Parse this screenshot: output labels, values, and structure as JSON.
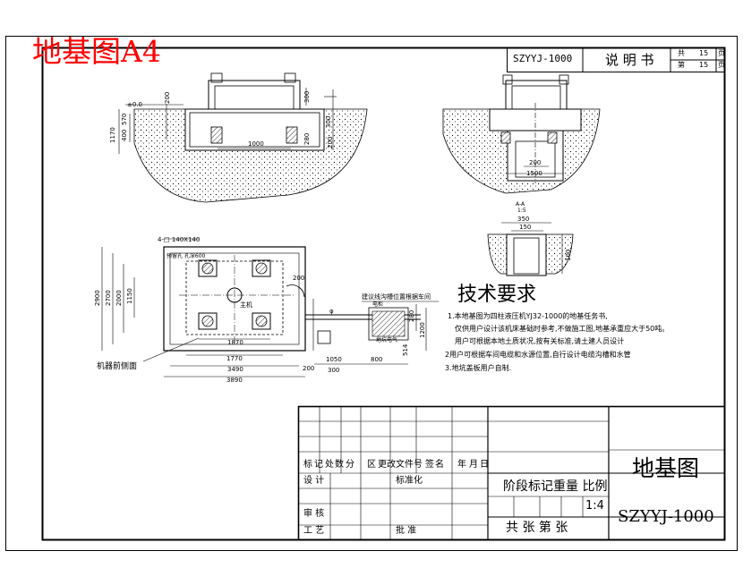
{
  "title_red": "地基图A4",
  "header_box": {
    "code": "SZYYJ-1000",
    "doc_type": "说 明 书",
    "total_label": "共",
    "total_pages": "15",
    "page_unit_1": "页",
    "page_label": "第",
    "page_no": "15",
    "page_unit_2": "页"
  },
  "section_cut": {
    "label": "A-A",
    "scale": "1:5"
  },
  "tech": {
    "heading": "技术要求",
    "items": [
      "1.本地基图为四柱液压机YJ32-1000的地基任务书,",
      "仅供用户设计该机床基础时参考,不做施工图,地基承重应大于50吨。",
      "用户可根据本地土质状况,按有关标准,请土建人员设计",
      "2用户可根据车间电缆和水源位置,自行设计电缆沟槽和水管",
      "3.地坑盖板用户自制."
    ]
  },
  "dims_front": [
    "±0.0",
    "1170",
    "570",
    "400",
    "1000",
    "200",
    "300",
    "300",
    "280",
    "200"
  ],
  "dims_side": [
    "200",
    "1500"
  ],
  "dims_section": [
    "350",
    "150",
    "100"
  ],
  "dims_plan": [
    "4-□ 140X140",
    "2900",
    "2700",
    "2000",
    "1150",
    "1870",
    "1770",
    "3490",
    "3890",
    "200",
    "1050",
    "800",
    "300",
    "200",
    "514",
    "280",
    "1200",
    "φ"
  ],
  "plan_labels": {
    "top_left_note": "预留孔  孔深600",
    "main_unit": "主机",
    "pit_label": "地坑电气",
    "cable_note": "建议线沟槽位置根据车间",
    "front_label": "机器前侧面",
    "cabinet": "电柜"
  },
  "title_block": {
    "left_row1": [
      "标",
      "记",
      "处",
      "数",
      "分",
      "区",
      "更改文件号",
      "签",
      "名",
      "年",
      "月",
      "日"
    ],
    "design": "设  计",
    "standard": "标准化",
    "review": "审  核",
    "process": "工  艺",
    "approve": "批  准",
    "stage_header": "阶段标记重量 比例",
    "scale": "1:4",
    "sheet_info": "共   张   第   张",
    "drawing_name": "地基图",
    "drawing_code": "SZYYJ-1000"
  }
}
